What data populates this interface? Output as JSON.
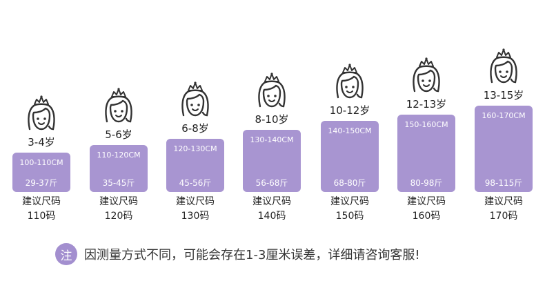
{
  "items": [
    {
      "age": "3-4岁",
      "height": "100-110CM",
      "weight": "29-37斤",
      "rec_label": "建议尺码",
      "size": "110码"
    },
    {
      "age": "5-6岁",
      "height": "110-120CM",
      "weight": "35-45斤",
      "rec_label": "建议尺码",
      "size": "120码"
    },
    {
      "age": "6-8岁",
      "height": "120-130CM",
      "weight": "45-56斤",
      "rec_label": "建议尺码",
      "size": "130码"
    },
    {
      "age": "8-10岁",
      "height": "130-140CM",
      "weight": "56-68斤",
      "rec_label": "建议尺码",
      "size": "140码"
    },
    {
      "age": "10-12岁",
      "height": "140-150CM",
      "weight": "68-80斤",
      "rec_label": "建议尺码",
      "size": "150码"
    },
    {
      "age": "12-13岁",
      "height": "150-160CM",
      "weight": "80-98斤",
      "rec_label": "建议尺码",
      "size": "160码"
    },
    {
      "age": "13-15岁",
      "height": "160-170CM",
      "weight": "98-115斤",
      "rec_label": "建议尺码",
      "size": "170码"
    }
  ],
  "note": {
    "badge": "注",
    "text": "因测量方式不同，可能会存在1-3厘米误差，详细请咨询客服!"
  },
  "colors": {
    "bar": "#a895d1",
    "badge": "#a38fcf"
  }
}
